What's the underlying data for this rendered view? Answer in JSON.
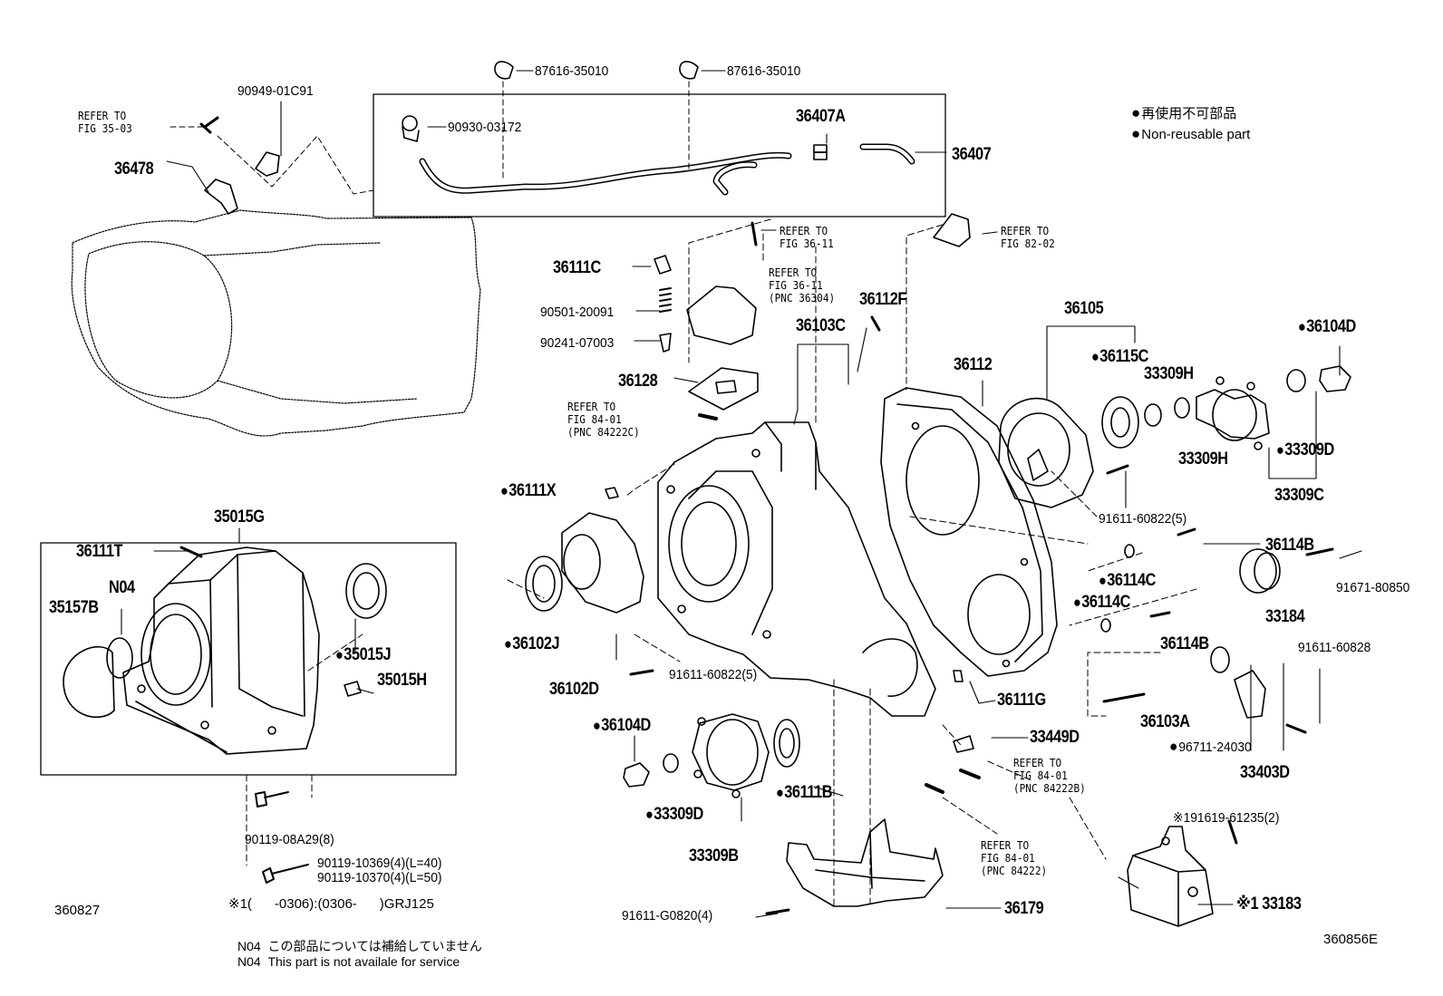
{
  "legend": {
    "jp": "再使用不可部品",
    "en": "Non-reusable part"
  },
  "illustration_ids": {
    "left": "360827",
    "right": "360856E"
  },
  "grade_note": "※1(      -0306):(0306-      )GRJ125",
  "footnotes": {
    "code": "N04",
    "jp": "この部品については補給していません",
    "en": "This part is not availale for service"
  },
  "callouts": {
    "p87616_a": "87616-35010",
    "p87616_b": "87616-35010",
    "p90949": "90949-01C91",
    "ref_35_03": "REFER TO\nFIG 35-03",
    "p90930": "90930-03172",
    "p36407A": "36407A",
    "p36407": "36407",
    "p36478": "36478",
    "ref_36_11a": "REFER TO\nFIG 36-11",
    "ref_82_02": "REFER TO\nFIG 82-02",
    "p36111C": "36111C",
    "ref_36_11b": "REFER TO\nFIG 36-11\n(PNC 36304)",
    "p36112F": "36112F",
    "p90501": "90501-20091",
    "p90241": "90241-07003",
    "p36103C": "36103C",
    "p36105": "36105",
    "p36104D_r": "36104D",
    "p36128": "36128",
    "ref_84_01a": "REFER TO\nFIG 84-01\n(PNC 84222C)",
    "p36112": "36112",
    "p36115C": "36115C",
    "p33309H_a": "33309H",
    "p33309H_b": "33309H",
    "p33309D_r": "33309D",
    "p33309C": "33309C",
    "p36111X": "36111X",
    "p91611_60822_r": "91611-60822(5)",
    "p35015G": "35015G",
    "p36111T": "36111T",
    "pN04": "N04",
    "p35157B": "35157B",
    "p35015J": "35015J",
    "p35015H": "35015H",
    "p36114B_a": "36114B",
    "p36114C_a": "36114C",
    "p36114C_b": "36114C",
    "p36114B_b": "36114B",
    "p91671": "91671-80850",
    "p33184": "33184",
    "p36102J": "36102J",
    "p36102D": "36102D",
    "p91611_60822_l": "91611-60822(5)",
    "p91611_60828": "91611-60828",
    "p36111G": "36111G",
    "p36103A": "36103A",
    "p36104D_l": "36104D",
    "p33449D": "33449D",
    "p96711": "96711-24030",
    "p33403D": "33403D",
    "ref_84_01b": "REFER TO\nFIG 84-01\n(PNC 84222B)",
    "p36111B": "36111B",
    "p33309D_l": "33309D",
    "p33309B": "33309B",
    "p91619": "※191619-61235(2)",
    "ref_84_01c": "REFER TO\nFIG 84-01\n(PNC 84222)",
    "p90119_08A29": "90119-08A29(8)",
    "p90119_10369": "90119-10369(4)(L=40)",
    "p90119_10370": "90119-10370(4)(L=50)",
    "p33183": "※1 33183",
    "p91611_G0820": "91611-G0820(4)",
    "p36179": "36179"
  }
}
